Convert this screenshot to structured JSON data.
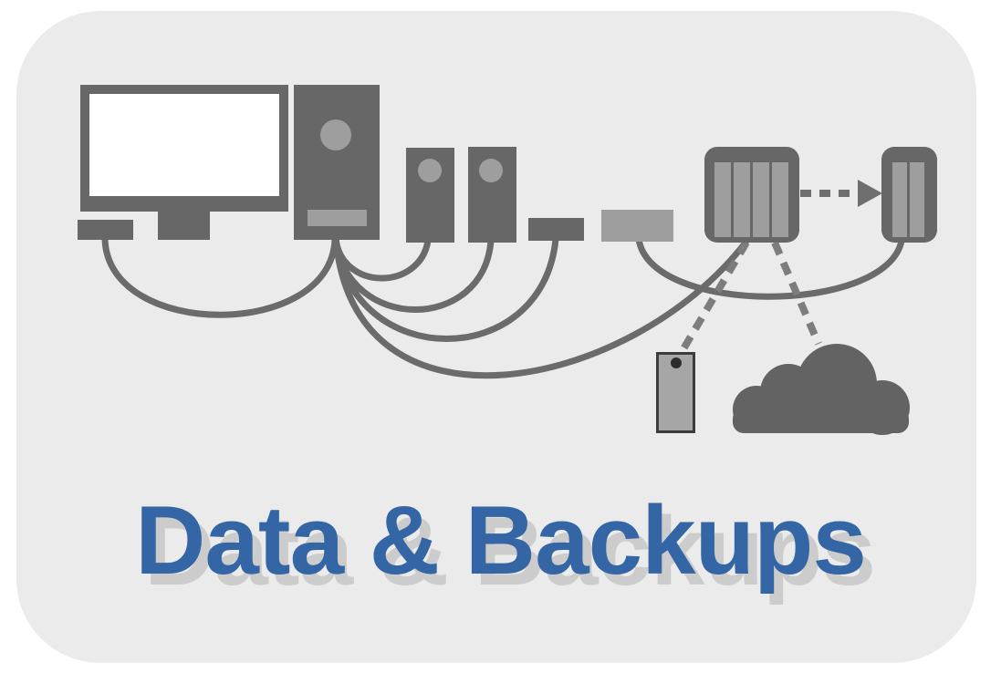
{
  "title": {
    "text": "Data & Backups"
  },
  "colors": {
    "page": "#ffffff",
    "panel": "#ebebeb",
    "device": "#676767",
    "accent": "#9e9e9e",
    "screen": "#ffffff",
    "stripe": "#9e9e9e",
    "cable": "#6b6b6b",
    "dash": "#7d7d7d",
    "arrow": "#6e6e6e",
    "cloud": "#636363",
    "usbfill": "#a6a6a6",
    "usbborder": "#3c3c3c",
    "usbdot": "#2d2d2d",
    "blue": "#3465a4",
    "tshadow": "#cccccc"
  },
  "icons": [
    "monitor-icon",
    "desktop-tower-icon",
    "speaker-icon-1",
    "speaker-icon-2",
    "external-drive-icon",
    "usb-hub-icon",
    "nas-icon",
    "backup-drive-icon",
    "usb-stick-icon",
    "cloud-icon",
    "backup-arrow-icon"
  ]
}
